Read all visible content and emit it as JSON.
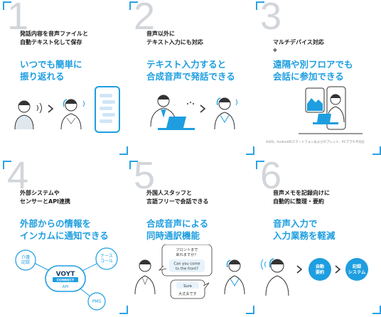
{
  "cards": [
    {
      "number": "1",
      "caption": [
        "発話内容を音声ファイルと",
        "自動テキスト化して保存"
      ],
      "headline": [
        "いつでも簡単に",
        "振り返れる"
      ]
    },
    {
      "number": "2",
      "caption": [
        "音声以外に",
        "テキスト入力にも対応"
      ],
      "headline": [
        "テキスト入力すると",
        "合成音声で発話できる"
      ]
    },
    {
      "number": "3",
      "caption": [
        "マルチデバイス対応"
      ],
      "caption_mark": "※",
      "headline": [
        "遠隔や別フロアでも",
        "会話に参加できる"
      ],
      "note": "※iOS、Androidのスマートフォンおよびタブレット、PCブラウザ対応"
    },
    {
      "number": "4",
      "caption": [
        "外部システムや",
        "センサーとAPI連携"
      ],
      "headline": [
        "外部からの情報を",
        "インカムに通知できる"
      ],
      "diagram": {
        "brand": "VOYT",
        "brand_tag": "CONNECT",
        "api_label": "API",
        "nodes": [
          "介護\n記録",
          "ナース\nコール",
          "PMS"
        ]
      }
    },
    {
      "number": "5",
      "caption": [
        "外国人スタッフと",
        "言語フリーで会話できる"
      ],
      "headline": [
        "合成音声による",
        "同時通訳機能"
      ],
      "bubbles": {
        "top_ja": [
          "フロントまで",
          "来れますか？"
        ],
        "top_en": [
          "Can you come",
          "to the front?"
        ],
        "bottom_en": "Sure",
        "bottom_ja": "大丈夫です"
      }
    },
    {
      "number": "6",
      "caption": [
        "音声メモを記録向けに",
        "自動的に整理・要約"
      ],
      "headline": [
        "音声入力で",
        "入力業務を軽減"
      ],
      "flow": [
        [
          "自動",
          "要約"
        ],
        [
          "記録",
          "システム"
        ]
      ]
    }
  ],
  "colors": {
    "accent": "#1e9ee0",
    "corner": "#29a3e3",
    "number": "#d2d6da",
    "ink": "#333333",
    "bubble_fill": "#e7f3fb"
  },
  "icons": [
    "chevron-right-icon",
    "sound-wave-icon",
    "phone-icon",
    "laptop-icon",
    "train-window-icon",
    "headset-icon"
  ]
}
